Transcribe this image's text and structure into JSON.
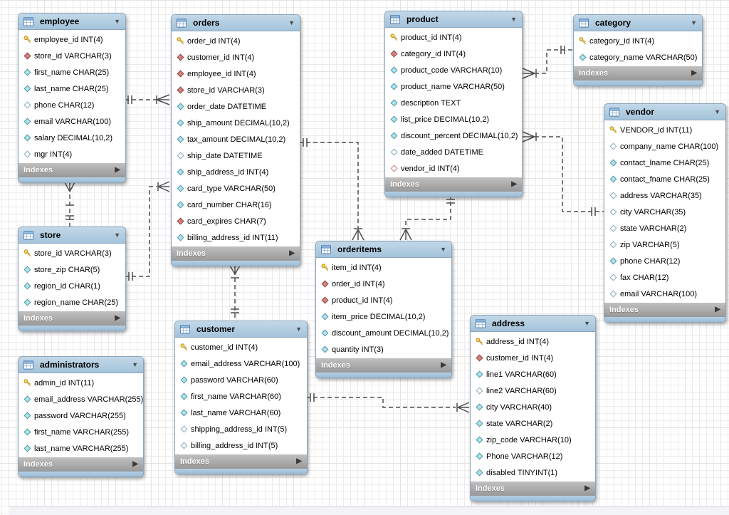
{
  "diagram": {
    "footer_label": "Indexes",
    "icons": {
      "collapse_glyph": "▼",
      "expand_glyph": "▶"
    },
    "colors": {
      "header_blue": "#aac9e0",
      "footer_gray": "#a5a5a5",
      "primary_key_yellow": "#ffd94f",
      "foreign_key_red": "#d6837f",
      "attribute_cyan": "#a9e7ef",
      "relationship_line_gray": "#4f4f4f"
    },
    "tables": [
      {
        "name": "employee",
        "columns": [
          {
            "icon": "key",
            "text": "employee_id INT(4)"
          },
          {
            "icon": "fk",
            "text": "store_id VARCHAR(3)"
          },
          {
            "icon": "attr",
            "text": "first_name CHAR(25)"
          },
          {
            "icon": "attr",
            "text": "last_name CHAR(25)"
          },
          {
            "icon": "open",
            "text": "phone CHAR(12)"
          },
          {
            "icon": "attr",
            "text": "email VARCHAR(100)"
          },
          {
            "icon": "attr",
            "text": "salary DECIMAL(10,2)"
          },
          {
            "icon": "open",
            "text": "mgr INT(4)"
          }
        ]
      },
      {
        "name": "orders",
        "columns": [
          {
            "icon": "key",
            "text": "order_id INT(4)"
          },
          {
            "icon": "fk",
            "text": "customer_id INT(4)"
          },
          {
            "icon": "fk",
            "text": "employee_id INT(4)"
          },
          {
            "icon": "fk",
            "text": "store_id VARCHAR(3)"
          },
          {
            "icon": "attr",
            "text": "order_date DATETIME"
          },
          {
            "icon": "attr",
            "text": "ship_amount DECIMAL(10,2)"
          },
          {
            "icon": "attr",
            "text": "tax_amount DECIMAL(10,2)"
          },
          {
            "icon": "open",
            "text": "ship_date DATETIME"
          },
          {
            "icon": "attr",
            "text": "ship_address_id INT(4)"
          },
          {
            "icon": "attr",
            "text": "card_type VARCHAR(50)"
          },
          {
            "icon": "attr",
            "text": "card_number CHAR(16)"
          },
          {
            "icon": "fk",
            "text": "card_expires CHAR(7)"
          },
          {
            "icon": "attr",
            "text": "billing_address_id INT(11)"
          }
        ]
      },
      {
        "name": "product",
        "columns": [
          {
            "icon": "key",
            "text": "product_id INT(4)"
          },
          {
            "icon": "fk",
            "text": "category_id INT(4)"
          },
          {
            "icon": "attr",
            "text": "product_code VARCHAR(10)"
          },
          {
            "icon": "attr",
            "text": "product_name VARCHAR(50)"
          },
          {
            "icon": "attr",
            "text": "description TEXT"
          },
          {
            "icon": "attr",
            "text": "list_price DECIMAL(10,2)"
          },
          {
            "icon": "attr",
            "text": "discount_percent DECIMAL(10,2)"
          },
          {
            "icon": "open",
            "text": "date_added DATETIME"
          },
          {
            "icon": "openred",
            "text": "vendor_id INT(4)"
          }
        ]
      },
      {
        "name": "category",
        "columns": [
          {
            "icon": "key",
            "text": "category_id INT(4)"
          },
          {
            "icon": "attr",
            "text": "category_name VARCHAR(50)"
          }
        ]
      },
      {
        "name": "vendor",
        "columns": [
          {
            "icon": "key",
            "text": "VENDOR_id INT(11)"
          },
          {
            "icon": "open",
            "text": "company_name CHAR(100)"
          },
          {
            "icon": "attr",
            "text": "contact_lname CHAR(25)"
          },
          {
            "icon": "attr",
            "text": "contact_fname CHAR(25)"
          },
          {
            "icon": "open",
            "text": "address VARCHAR(35)"
          },
          {
            "icon": "open",
            "text": "city VARCHAR(35)"
          },
          {
            "icon": "open",
            "text": "state VARCHAR(2)"
          },
          {
            "icon": "open",
            "text": "zip VARCHAR(5)"
          },
          {
            "icon": "attr",
            "text": "phone CHAR(12)"
          },
          {
            "icon": "open",
            "text": "fax CHAR(12)"
          },
          {
            "icon": "open",
            "text": "email VARCHAR(100)"
          }
        ]
      },
      {
        "name": "store",
        "columns": [
          {
            "icon": "key",
            "text": "store_id VARCHAR(3)"
          },
          {
            "icon": "attr",
            "text": "store_zip CHAR(5)"
          },
          {
            "icon": "attr",
            "text": "region_id CHAR(1)"
          },
          {
            "icon": "attr",
            "text": "region_name CHAR(25)"
          }
        ]
      },
      {
        "name": "administrators",
        "columns": [
          {
            "icon": "key",
            "text": "admin_id INT(11)"
          },
          {
            "icon": "attr",
            "text": "email_address VARCHAR(255)"
          },
          {
            "icon": "attr",
            "text": "password VARCHAR(255)"
          },
          {
            "icon": "attr",
            "text": "first_name VARCHAR(255)"
          },
          {
            "icon": "attr",
            "text": "last_name VARCHAR(255)"
          }
        ]
      },
      {
        "name": "customer",
        "columns": [
          {
            "icon": "key",
            "text": "customer_id INT(4)"
          },
          {
            "icon": "attr",
            "text": "email_address VARCHAR(100)"
          },
          {
            "icon": "attr",
            "text": "password VARCHAR(60)"
          },
          {
            "icon": "attr",
            "text": "first_name VARCHAR(60)"
          },
          {
            "icon": "attr",
            "text": "last_name VARCHAR(60)"
          },
          {
            "icon": "open",
            "text": "shipping_address_id INT(5)"
          },
          {
            "icon": "open",
            "text": "billing_address_id INT(5)"
          }
        ]
      },
      {
        "name": "orderitems",
        "columns": [
          {
            "icon": "key",
            "text": "item_id INT(4)"
          },
          {
            "icon": "fk",
            "text": "order_id INT(4)"
          },
          {
            "icon": "fk",
            "text": "product_id INT(4)"
          },
          {
            "icon": "attr",
            "text": "item_price DECIMAL(10,2)"
          },
          {
            "icon": "attr",
            "text": "discount_amount DECIMAL(10,2)"
          },
          {
            "icon": "attr",
            "text": "quantity INT(3)"
          }
        ]
      },
      {
        "name": "address",
        "columns": [
          {
            "icon": "key",
            "text": "address_id INT(4)"
          },
          {
            "icon": "fk",
            "text": "customer_id INT(4)"
          },
          {
            "icon": "attr",
            "text": "line1 VARCHAR(60)"
          },
          {
            "icon": "open",
            "text": "line2 VARCHAR(60)"
          },
          {
            "icon": "attr",
            "text": "city VARCHAR(40)"
          },
          {
            "icon": "attr",
            "text": "state VARCHAR(2)"
          },
          {
            "icon": "attr",
            "text": "zip_code VARCHAR(10)"
          },
          {
            "icon": "attr",
            "text": "Phone VARCHAR(12)"
          },
          {
            "icon": "attr",
            "text": "disabled TINYINT(1)"
          }
        ]
      }
    ],
    "relationships": [
      {
        "one": "employee",
        "many": "orders"
      },
      {
        "one": "store",
        "many": "employee"
      },
      {
        "one": "store",
        "many": "orders"
      },
      {
        "one": "customer",
        "many": "orders"
      },
      {
        "one": "orders",
        "many": "orderitems"
      },
      {
        "one": "product",
        "many": "orderitems"
      },
      {
        "one": "category",
        "many": "product"
      },
      {
        "one": "vendor",
        "many": "product"
      },
      {
        "one": "customer",
        "many": "address"
      }
    ]
  }
}
